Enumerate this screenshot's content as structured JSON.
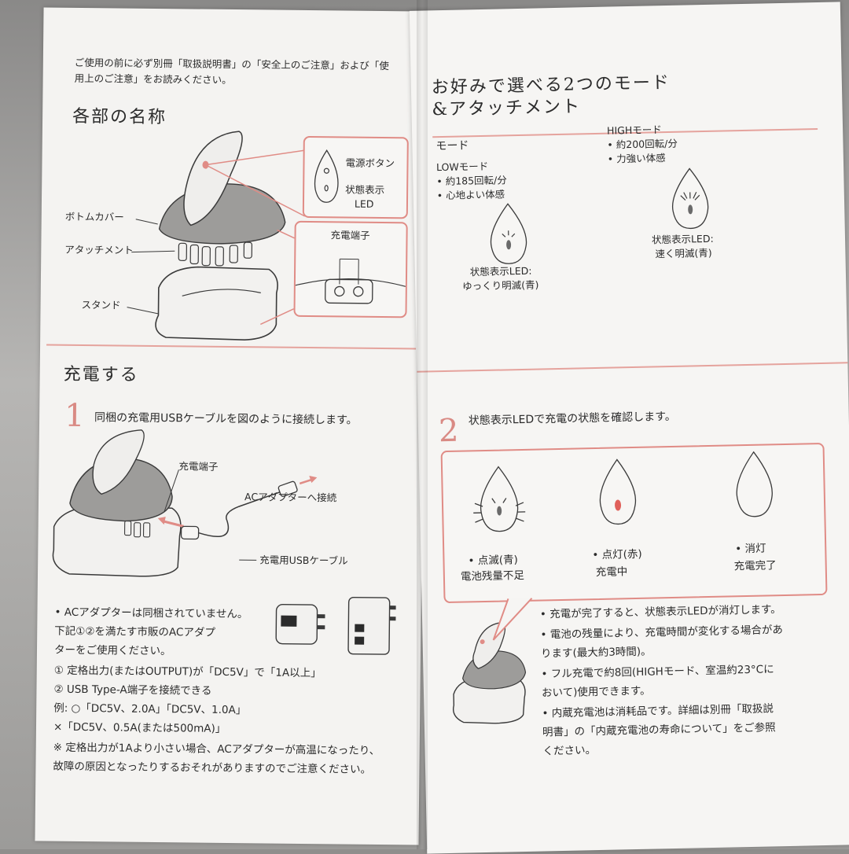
{
  "left": {
    "intro_line1": "ご使用の前に必ず別冊「取扱説明書」の「安全上のご注意」および「使",
    "intro_line2": "用上のご注意」をお読みください。",
    "parts_title": "各部の名称",
    "parts": {
      "power_button": "電源ボタン",
      "status_led_1": "状態表示",
      "status_led_2": "LED",
      "bottom_cover": "ボトムカバー",
      "attachment": "アタッチメント",
      "charge_port": "充電端子",
      "stand": "スタンド"
    },
    "charge_title": "充電する",
    "step1_num": "1",
    "step1_text": "同梱の充電用USBケーブルを図のように接続します。",
    "step1_labels": {
      "charge_port": "充電端子",
      "ac_connect": "ACアダプターへ接続",
      "usb_cable": "充電用USBケーブル"
    },
    "notes": [
      "• ACアダプターは同梱されていません。",
      "  下記①②を満たす市販のACアダプ",
      "  ターをご使用ください。",
      "① 定格出力(またはOUTPUT)が「DC5V」で「1A以上」",
      "② USB Type-A端子を接続できる",
      "例: ○「DC5V、2.0A」「DC5V、1.0A」",
      "     ×「DC5V、0.5A(または500mA)」",
      "※ 定格出力が1Aより小さい場合、ACアダプターが高温になったり、",
      "  故障の原因となったりするおそれがありますのでご注意ください。"
    ]
  },
  "right": {
    "modes_title_1": "お好みで選べる2つのモード",
    "modes_title_2": "&アタッチメント",
    "mode_label": "モード",
    "low": {
      "name": "LOWモード",
      "line1": "• 約185回転/分",
      "line2": "• 心地よい体感",
      "led_1": "状態表示LED:",
      "led_2": "ゆっくり明滅(青)"
    },
    "high": {
      "name": "HIGHモード",
      "line1": "• 約200回転/分",
      "line2": "• 力強い体感",
      "led_1": "状態表示LED:",
      "led_2": "速く明滅(青)"
    },
    "step2_num": "2",
    "step2_text": "状態表示LEDで充電の状態を確認します。",
    "states": [
      {
        "l1": "• 点滅(青)",
        "l2": "電池残量不足"
      },
      {
        "l1": "• 点灯(赤)",
        "l2": "充電中"
      },
      {
        "l1": "• 消灯",
        "l2": "充電完了"
      }
    ],
    "bullets": [
      "• 充電が完了すると、状態表示LEDが消灯します。",
      "• 電池の残量により、充電時間が変化する場合があ",
      "  ります(最大約3時間)。",
      "• フル充電で約8回(HIGHモード、室温約23°Cに",
      "  おいて)使用できます。",
      "• 内蔵充電池は消耗品です。詳細は別冊「取扱説",
      "  明書」の「内蔵充電池の寿命について」をご参照",
      "  ください。"
    ],
    "colors": {
      "accent": "#e08c86",
      "led_red": "#e0605a",
      "ink": "#2b2b2b"
    }
  }
}
